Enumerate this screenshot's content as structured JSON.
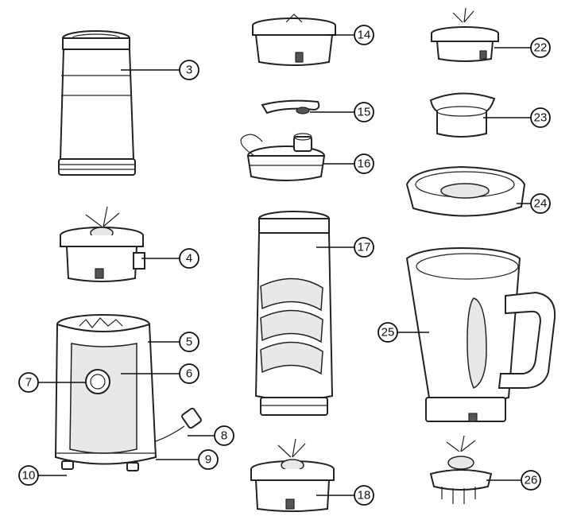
{
  "callouts": [
    {
      "id": "3",
      "label": "3"
    },
    {
      "id": "4",
      "label": "4"
    },
    {
      "id": "5",
      "label": "5"
    },
    {
      "id": "6",
      "label": "6"
    },
    {
      "id": "7",
      "label": "7"
    },
    {
      "id": "8",
      "label": "8"
    },
    {
      "id": "9",
      "label": "9"
    },
    {
      "id": "10",
      "label": "10"
    },
    {
      "id": "14",
      "label": "14"
    },
    {
      "id": "15",
      "label": "15"
    },
    {
      "id": "16",
      "label": "16"
    },
    {
      "id": "17",
      "label": "17"
    },
    {
      "id": "18",
      "label": "18"
    },
    {
      "id": "22",
      "label": "22"
    },
    {
      "id": "23",
      "label": "23"
    },
    {
      "id": "24",
      "label": "24"
    },
    {
      "id": "25",
      "label": "25"
    },
    {
      "id": "26",
      "label": "26"
    }
  ]
}
